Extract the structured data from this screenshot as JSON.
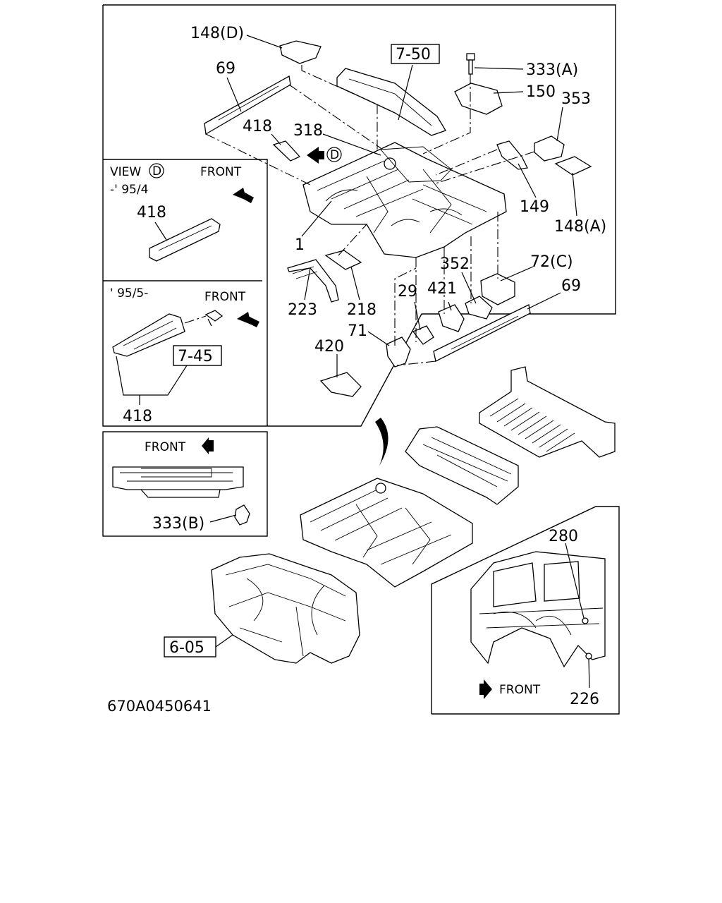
{
  "labels": {
    "p148D": "148(D)",
    "p69_top": "69",
    "p418_top": "418",
    "p318": "318",
    "pD": "D",
    "p750": "7-50",
    "p333A": "333(A)",
    "p150": "150",
    "p353": "353",
    "p149": "149",
    "p148A": "148(A)",
    "p1": "1",
    "p223": "223",
    "p218": "218",
    "p352": "352",
    "p72C": "72(C)",
    "p29": "29",
    "p421": "421",
    "p69_right": "69",
    "p71": "71",
    "p420": "420",
    "p333B": "333(B)",
    "p605": "6-05",
    "p280": "280",
    "p226": "226"
  },
  "inset_view_d": {
    "view": "VIEW",
    "view_letter": "D",
    "range_old": "-' 95/4",
    "front": "FRONT",
    "part": "418"
  },
  "inset_95_5": {
    "range_new": "' 95/5-",
    "front": "FRONT",
    "ref": "7-45",
    "part": "418"
  },
  "inset_333b": {
    "front": "FRONT"
  },
  "inset_rear": {
    "front": "FRONT"
  },
  "figure_code": "670A0450641"
}
